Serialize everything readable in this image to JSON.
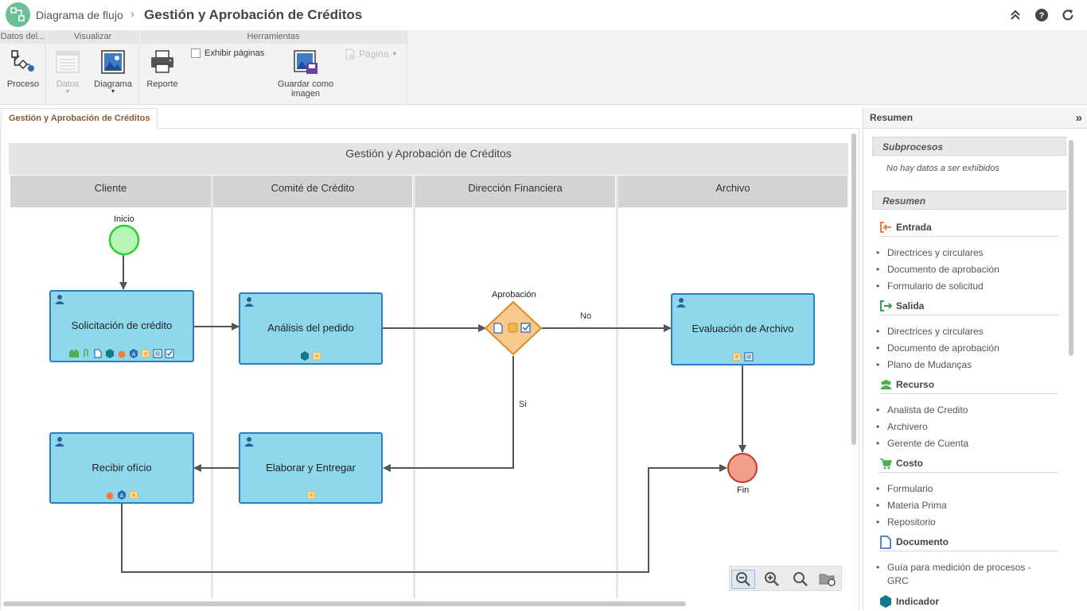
{
  "header": {
    "breadcrumb_parent": "Diagrama de flujo",
    "separator": "›",
    "title": "Gestión y Aprobación de Créditos",
    "icons": [
      "collapse-up-icon",
      "help-icon",
      "refresh-icon"
    ]
  },
  "ribbon": {
    "groups": {
      "datos": "Datos del...",
      "visualizar": "Visualizar",
      "herramientas": "Herramientas"
    },
    "buttons": {
      "proceso": "Proceso",
      "datos": "Datos",
      "diagrama": "Diagrama",
      "reporte": "Reporte",
      "guardar": "Guardar como imagen",
      "exhibir": "Exhibir páginas",
      "pagina": "Página"
    }
  },
  "main": {
    "tab_label": "Gestión y Aprobación de Créditos"
  },
  "diagram": {
    "pool_title": "Gestión y Aprobación de Créditos",
    "lanes": [
      "Cliente",
      "Comité de Crédito",
      "Dirección Financiera",
      "Archivo"
    ],
    "start_label": "Inicio",
    "end_label": "Fin",
    "gateway_label": "Aprobación",
    "flow_no": "No",
    "flow_si": "Si",
    "tasks": {
      "solicitacion": "Solicitación de crédito",
      "analisis": "Análisis del pedido",
      "evaluacion": "Evaluación de Archivo",
      "elaborar": "Elaborar y Entregar",
      "recibir": "Recibir ofício"
    }
  },
  "side": {
    "title": "Resumen",
    "subprocesos": {
      "title": "Subprocesos",
      "empty": "No hay datos a ser exhibidos"
    },
    "resumen": {
      "title": "Resumen",
      "categories": [
        {
          "label": "Entrada",
          "icon": "entrada-icon",
          "items": [
            "Directrices y circulares",
            "Documento de aprobación",
            "Formulario de solicitud"
          ]
        },
        {
          "label": "Salida",
          "icon": "salida-icon",
          "items": [
            "Directrices y circulares",
            "Documento de aprobación",
            "Plano de Mudanças"
          ]
        },
        {
          "label": "Recurso",
          "icon": "recurso-icon",
          "items": [
            "Analista de Credito",
            "Archivero",
            "Gerente de Cuenta"
          ]
        },
        {
          "label": "Costo",
          "icon": "cart-icon",
          "items": [
            "Formulario",
            "Materia Prima",
            "Repositorio"
          ]
        },
        {
          "label": "Documento",
          "icon": "document-icon",
          "items": [
            "Guía para medición de procesos - GRC"
          ]
        },
        {
          "label": "Indicador",
          "icon": "indicator-icon",
          "items": []
        }
      ]
    }
  },
  "colors": {
    "task_fill": "#8fd8ec",
    "task_border": "#2b7fbf",
    "start": "#b6f5b6",
    "end": "#f0a08a",
    "gateway": "#f7c98e"
  }
}
